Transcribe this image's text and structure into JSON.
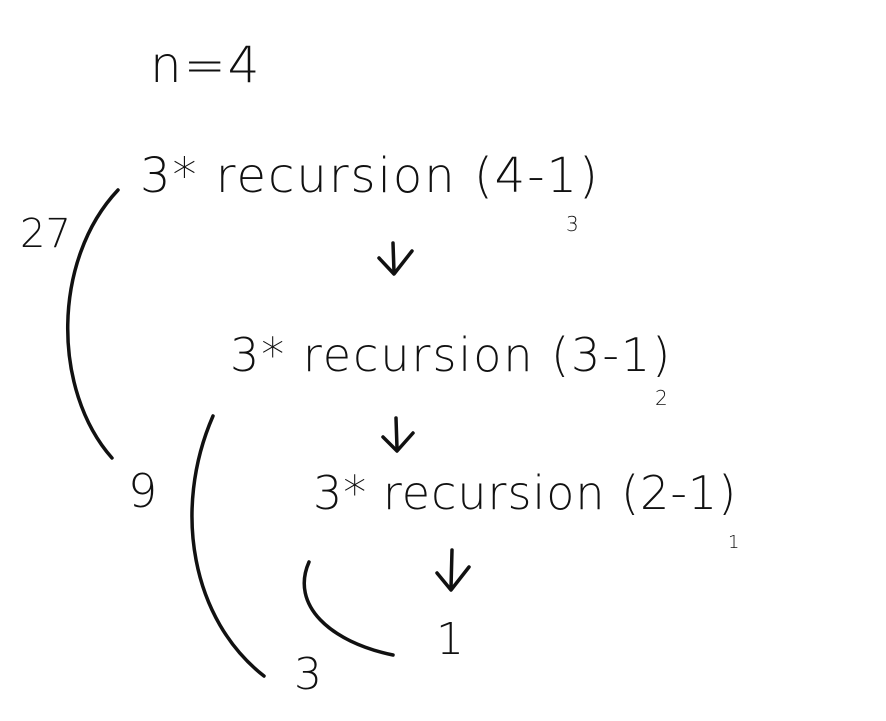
{
  "header": {
    "n_label": "n=4"
  },
  "steps": [
    {
      "expr": "3* recursion (4-1)",
      "sub": "3"
    },
    {
      "expr": "3* recursion (3-1)",
      "sub": "2"
    },
    {
      "expr": "3* recursion (2-1)",
      "sub": "1"
    }
  ],
  "base": {
    "value": "1"
  },
  "results": [
    {
      "value": "27"
    },
    {
      "value": "9"
    },
    {
      "value": "3"
    }
  ],
  "colors": {
    "ink": "#111111",
    "background": "#ffffff"
  }
}
